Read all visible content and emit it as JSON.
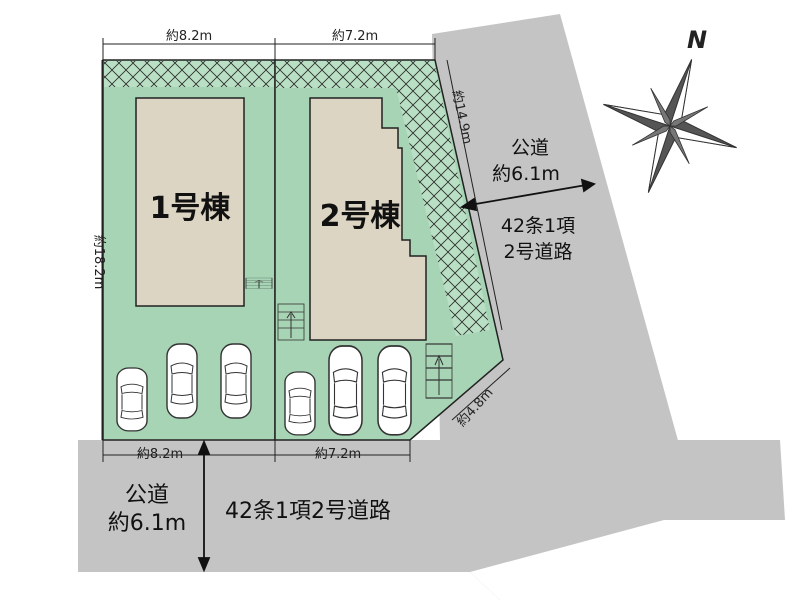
{
  "buildings": {
    "b1": "1号棟",
    "b2": "2号棟"
  },
  "dimensions": {
    "top_lot1": "約8.2m",
    "top_lot2": "約7.2m",
    "bottom_lot1": "約8.2m",
    "bottom_lot2": "約7.2m",
    "left_side": "約18.2m",
    "east_side": "約14.9m",
    "corner_cut": "約4.8m"
  },
  "road_east": {
    "name": "公道",
    "width": "約6.1m",
    "class_line1": "42条1項",
    "class_line2": "2号道路"
  },
  "road_south": {
    "name": "公道",
    "width": "約6.1m",
    "class": "42条1項2号道路"
  },
  "compass": {
    "label": "N"
  },
  "colors": {
    "lot_green": "#a7d4b5",
    "buffer_green": "#b9dfc4",
    "building": "#ddd5c3",
    "road": "#c4c4c4",
    "outline": "#222222"
  }
}
